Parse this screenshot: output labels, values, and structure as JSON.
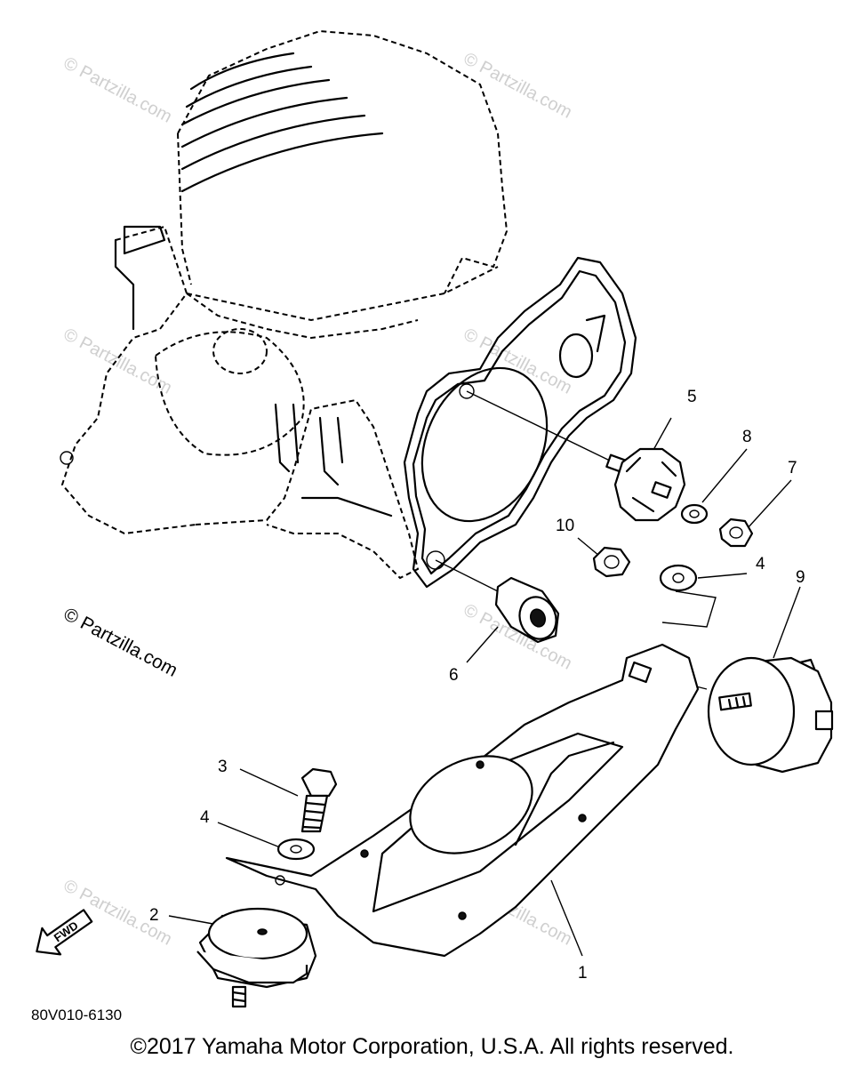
{
  "diagram": {
    "callouts": {
      "p1": "1",
      "p2": "2",
      "p3": "3",
      "p4a": "4",
      "p4b": "4",
      "p5": "5",
      "p6": "6",
      "p7": "7",
      "p8": "8",
      "p9": "9",
      "p10": "10"
    },
    "fwd_label": "FWD",
    "diagram_code": "80V010-6130",
    "watermark_main": "© Partzilla.com",
    "watermark_faint": "© Partzilla.com",
    "copyright": "©2017 Yamaha Motor Corporation, U.S.A. All rights reserved."
  }
}
